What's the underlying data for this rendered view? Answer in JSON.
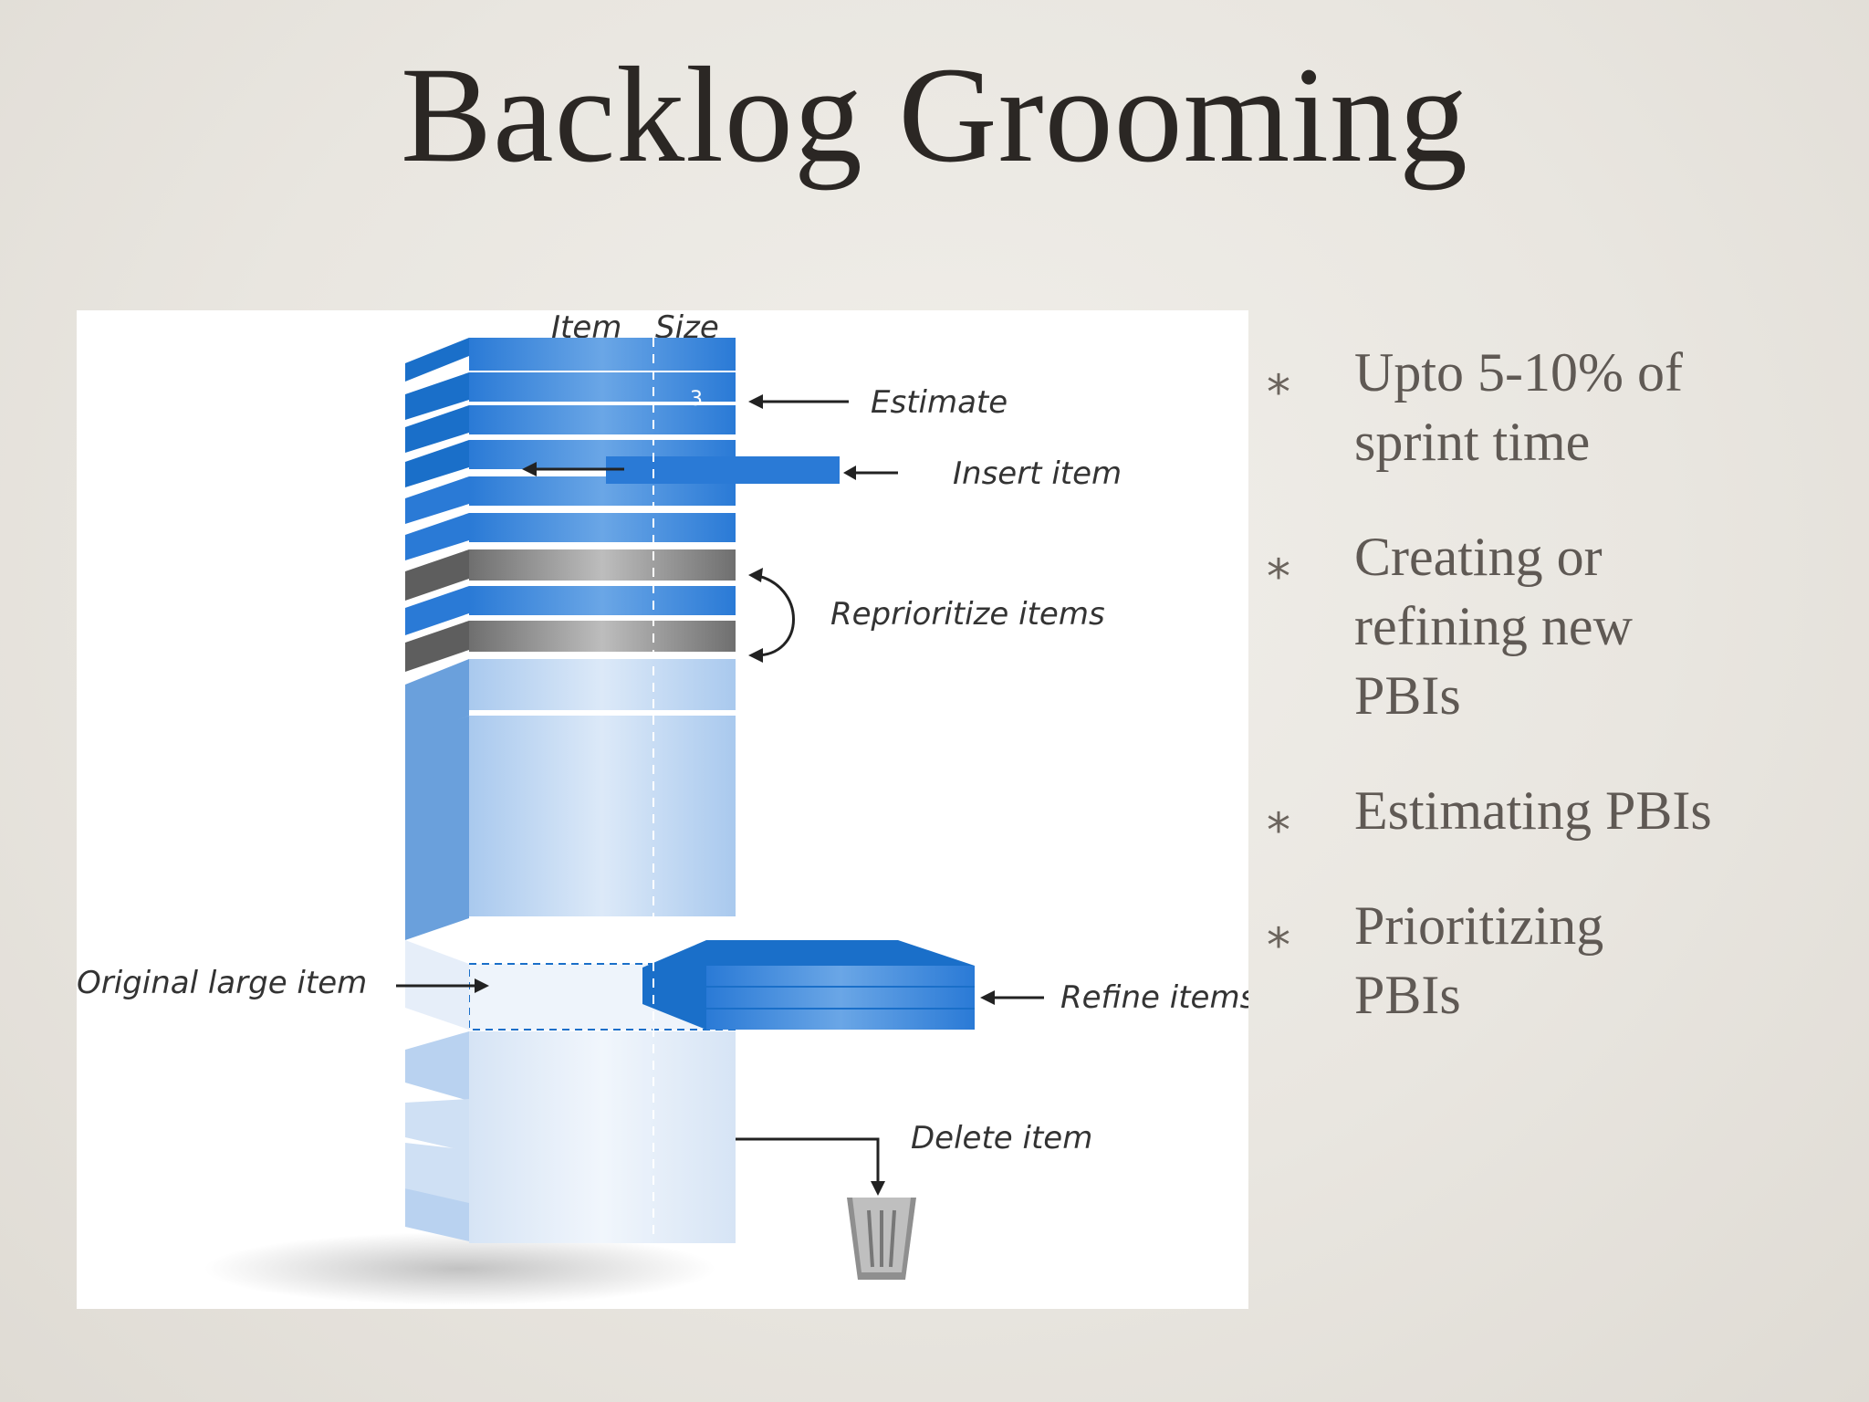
{
  "slide": {
    "title": "Backlog Grooming"
  },
  "diagram": {
    "column_headers": {
      "item": "Item",
      "size": "Size"
    },
    "size_value": "3",
    "labels": {
      "estimate": "Estimate",
      "insert": "Insert item",
      "reprioritize": "Reprioritize items",
      "original": "Original large item",
      "refine": "Refine items",
      "delete": "Delete item"
    },
    "colors": {
      "blue_dark": "#1a6fc9",
      "blue_mid": "#5b9be0",
      "blue_light": "#dbe8f7",
      "gray": "#8a8a8a"
    }
  },
  "bullets": [
    {
      "symbol": "⁎",
      "text_line1": "Upto 5-10% of",
      "text_line2": "sprint time",
      "text_line3": ""
    },
    {
      "symbol": "⁎",
      "text_line1": "Creating or",
      "text_line2": "refining new",
      "text_line3": "PBIs"
    },
    {
      "symbol": "⁎",
      "text_line1": "Estimating PBIs",
      "text_line2": "",
      "text_line3": ""
    },
    {
      "symbol": "⁎",
      "text_line1": "Prioritizing",
      "text_line2": "PBIs",
      "text_line3": ""
    }
  ]
}
